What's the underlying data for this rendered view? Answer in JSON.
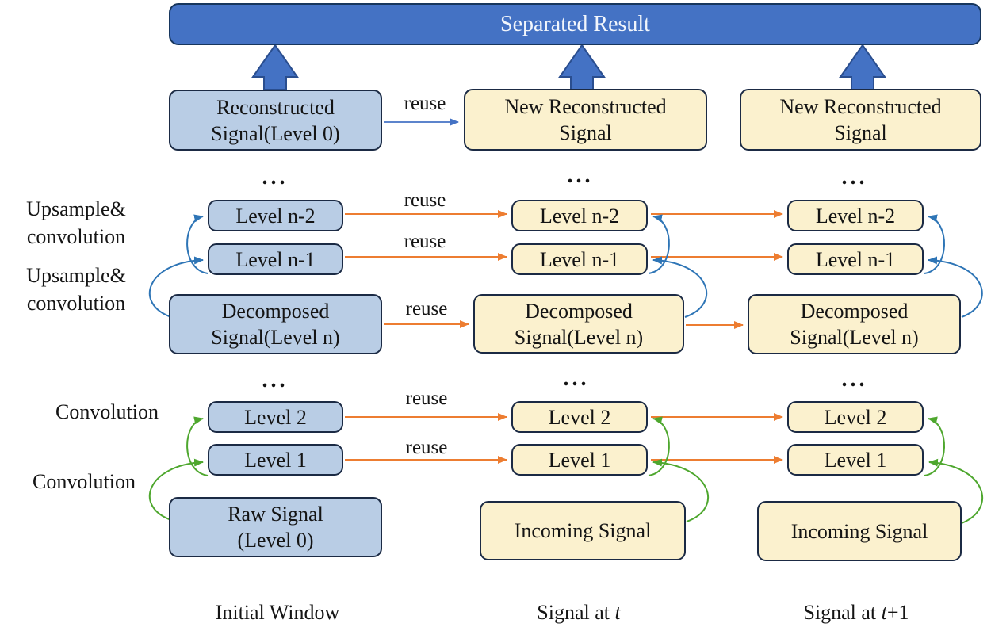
{
  "colors": {
    "bar_fill": "#4472C4",
    "bar_border": "#17365D",
    "bar_text": "#F2F6FC",
    "blue_box_fill": "#B9CDE5",
    "yellow_box_fill": "#FBF1CE",
    "box_border": "#1B2A44",
    "text": "#141414",
    "orange_arrow": "#ED7D31",
    "green_arrow": "#4EA72E",
    "blue_curve_arrow": "#2E75B6",
    "block_arrow_fill": "#4472C4"
  },
  "bar": {
    "label": "Separated Result"
  },
  "labels": {
    "reuse": "reuse",
    "ellipsis": "...",
    "upsample_convolution_1": {
      "line1": "Upsample&",
      "line2": "convolution"
    },
    "upsample_convolution_2": {
      "line1": "Upsample&",
      "line2": "convolution"
    },
    "convolution_1": "Convolution",
    "convolution_2": "Convolution"
  },
  "columns": {
    "initial": {
      "reconstructed": {
        "line1": "Reconstructed",
        "line2": "Signal(Level 0)"
      },
      "level_n2": "Level n-2",
      "level_n1": "Level n-1",
      "decomposed": {
        "line1": "Decomposed",
        "line2": "Signal(Level n)"
      },
      "level_2": "Level 2",
      "level_1": "Level 1",
      "raw": {
        "line1": "Raw Signal",
        "line2": "(Level 0)"
      },
      "footer": {
        "prefix": "Initial Window",
        "italic": "",
        "suffix": ""
      }
    },
    "signal_t": {
      "reconstructed": {
        "line1": "New Reconstructed",
        "line2": "Signal"
      },
      "level_n2": "Level n-2",
      "level_n1": "Level n-1",
      "decomposed": {
        "line1": "Decomposed",
        "line2": "Signal(Level n)"
      },
      "level_2": "Level 2",
      "level_1": "Level 1",
      "incoming": "Incoming Signal",
      "footer": {
        "prefix": "Signal at ",
        "italic": "t",
        "suffix": ""
      }
    },
    "signal_t_plus_1": {
      "reconstructed": {
        "line1": "New Reconstructed",
        "line2": "Signal"
      },
      "level_n2": "Level n-2",
      "level_n1": "Level n-1",
      "decomposed": {
        "line1": "Decomposed",
        "line2": "Signal(Level n)"
      },
      "level_2": "Level 2",
      "level_1": "Level 1",
      "incoming": "Incoming Signal",
      "footer": {
        "prefix": "Signal at ",
        "italic": "t",
        "suffix": "+1"
      }
    }
  }
}
